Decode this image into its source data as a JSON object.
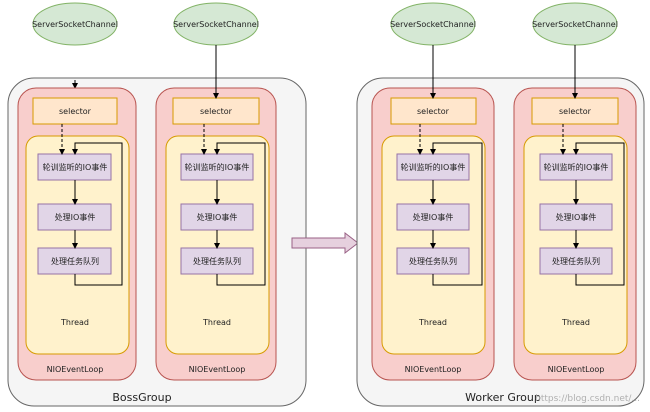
{
  "groups": [
    {
      "label": "BossGroup",
      "loops": [
        {
          "channel": "ServerSocketChannel",
          "selector": "selector",
          "poll": "轮训监听的IO事件",
          "process": "处理IO事件",
          "queue": "处理任务队列",
          "thread": "Thread",
          "loop": "NIOEventLoop"
        },
        {
          "channel": "ServerSocketChannel",
          "selector": "selector",
          "poll": "轮训监听的IO事件",
          "process": "处理IO事件",
          "queue": "处理任务队列",
          "thread": "Thread",
          "loop": "NIOEventLoop"
        }
      ]
    },
    {
      "label": "Worker Group",
      "loops": [
        {
          "channel": "ServerSocketChannel",
          "selector": "selector",
          "poll": "轮训监听的IO事件",
          "process": "处理IO事件",
          "queue": "处理任务队列",
          "thread": "Thread",
          "loop": "NIOEventLoop"
        },
        {
          "channel": "ServerSocketChannel",
          "selector": "selector",
          "poll": "轮训监听的IO事件",
          "process": "处理IO事件",
          "queue": "处理任务队列",
          "thread": "Thread",
          "loop": "NIOEventLoop"
        }
      ]
    }
  ],
  "watermark": "https://blog.csdn.net/...",
  "colors": {
    "ellipse_fill": "#d5e8d4",
    "ellipse_stroke": "#82b366",
    "group_fill": "#f5f5f5",
    "group_stroke": "#666666",
    "loop_fill": "#f8cecc",
    "loop_stroke": "#b85450",
    "orange_fill": "#ffe6cc",
    "orange_stroke": "#d79b00",
    "thread_fill": "#fff2cc",
    "box_fill": "#e1d5e7",
    "box_stroke": "#9673a6",
    "arrow_fill": "#e6d0de",
    "arrow_stroke": "#996185"
  }
}
